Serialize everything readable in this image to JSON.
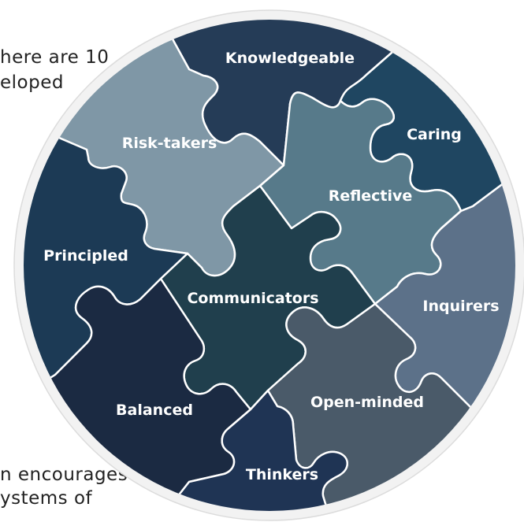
{
  "background_text": {
    "line1": "here are 10",
    "line2": "eloped",
    "line3": "n encourages",
    "line4": "ystems of"
  },
  "pieces": [
    {
      "id": "knowledgeable",
      "label": "Knowledgeable",
      "color": "#253c57"
    },
    {
      "id": "caring",
      "label": "Caring",
      "color": "#1f4661"
    },
    {
      "id": "risk-takers",
      "label": "Risk-takers",
      "color": "#7f97a6"
    },
    {
      "id": "reflective",
      "label": "Reflective",
      "color": "#577a8a"
    },
    {
      "id": "principled",
      "label": "Principled",
      "color": "#1c3a55"
    },
    {
      "id": "communicators",
      "label": "Communicators",
      "color": "#203f4d"
    },
    {
      "id": "inquirers",
      "label": "Inquirers",
      "color": "#5c7189"
    },
    {
      "id": "balanced",
      "label": "Balanced",
      "color": "#1b2a42"
    },
    {
      "id": "open-minded",
      "label": "Open-minded",
      "color": "#4a5a69"
    },
    {
      "id": "thinkers",
      "label": "Thinkers",
      "color": "#1f3454"
    }
  ]
}
